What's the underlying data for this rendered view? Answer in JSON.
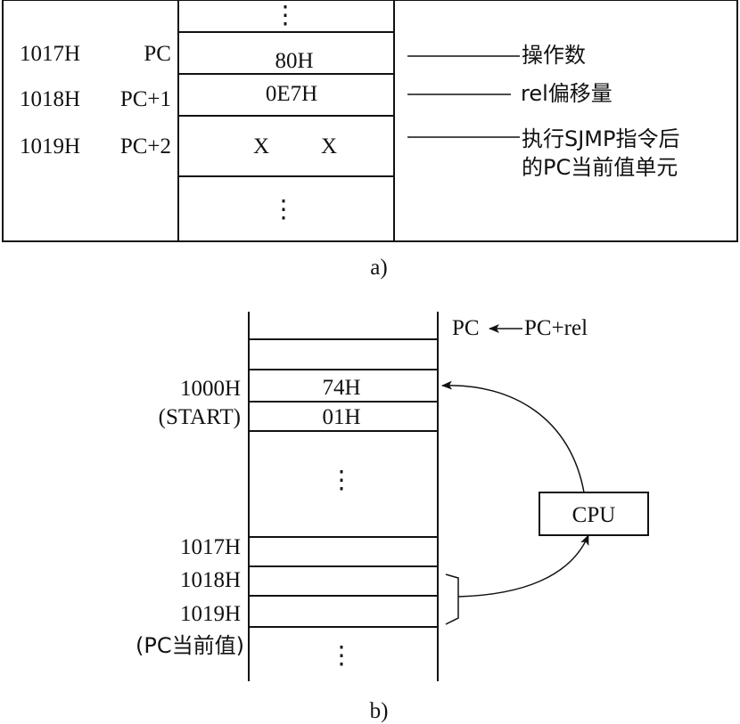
{
  "part_a": {
    "caption": "a)",
    "rows": [
      {
        "address": "",
        "pointer": "",
        "content": "⋮"
      },
      {
        "address": "1017H",
        "pointer": "PC",
        "content": "80H"
      },
      {
        "address": "1018H",
        "pointer": "PC+1",
        "content": "0E7H"
      },
      {
        "address": "1019H",
        "pointer": "PC+2",
        "content_left": "X",
        "content_right": "X"
      },
      {
        "address": "",
        "pointer": "",
        "content": "⋮"
      }
    ],
    "annotations": [
      {
        "text": "操作数"
      },
      {
        "text": "rel偏移量"
      },
      {
        "line1": "执行SJMP指令后",
        "line2": "的PC当前值单元"
      }
    ]
  },
  "part_b": {
    "caption": "b)",
    "formula": {
      "left": "PC",
      "right": "PC+rel"
    },
    "cells": [
      {
        "address": "1000H",
        "content": "74H"
      },
      {
        "address": "(START)",
        "content": "01H"
      },
      {
        "content": "⋮"
      },
      {
        "address": "1017H",
        "content": ""
      },
      {
        "address": "1018H",
        "content": ""
      },
      {
        "address": "1019H",
        "content": ""
      },
      {
        "address": "(PC当前值)",
        "content": "⋮"
      }
    ],
    "cpu_label": "CPU"
  }
}
